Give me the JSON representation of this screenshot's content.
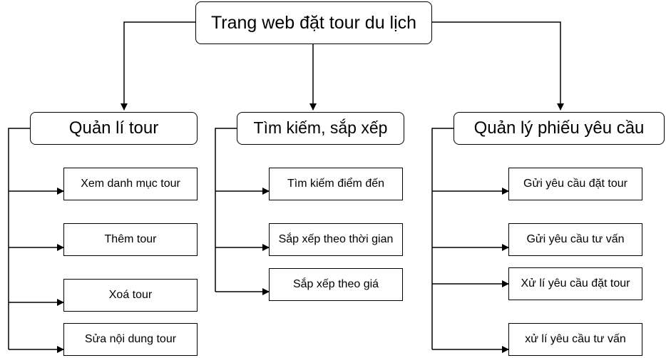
{
  "root": "Trang web đặt tour du lịch",
  "branches": [
    {
      "title": "Quản lí tour",
      "items": [
        "Xem danh mục tour",
        "Thêm tour",
        "Xoá tour",
        "Sửa nội dung tour"
      ]
    },
    {
      "title": "Tìm kiếm, sắp xếp",
      "items": [
        "Tìm kiếm điểm đến",
        "Sắp xếp theo thời gian",
        "Sắp xếp theo giá"
      ]
    },
    {
      "title": "Quản lý phiếu yêu cầu",
      "items": [
        "Gửi yêu cầu đặt tour",
        "Gửi yêu cầu tư vấn",
        "Xử lí yêu cầu đặt tour",
        "xử lí yêu cầu tư vấn"
      ]
    }
  ]
}
